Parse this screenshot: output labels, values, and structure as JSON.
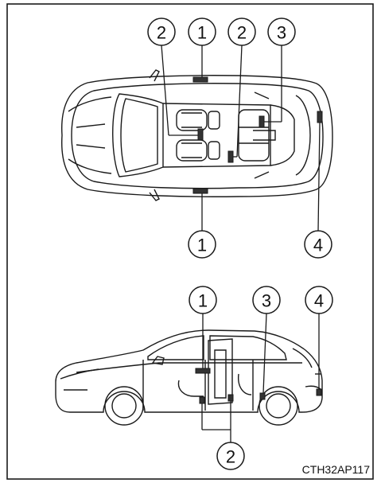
{
  "figure": {
    "code": "CTH32AP117"
  },
  "callouts": {
    "top_1_upper": "1",
    "top_2_left": "2",
    "top_2_mid": "2",
    "top_3": "3",
    "top_1_lower": "1",
    "top_4": "4",
    "side_1": "1",
    "side_3": "3",
    "side_4": "4",
    "side_2": "2"
  },
  "colors": {
    "line": "#1a1a1a",
    "background": "#ffffff"
  }
}
